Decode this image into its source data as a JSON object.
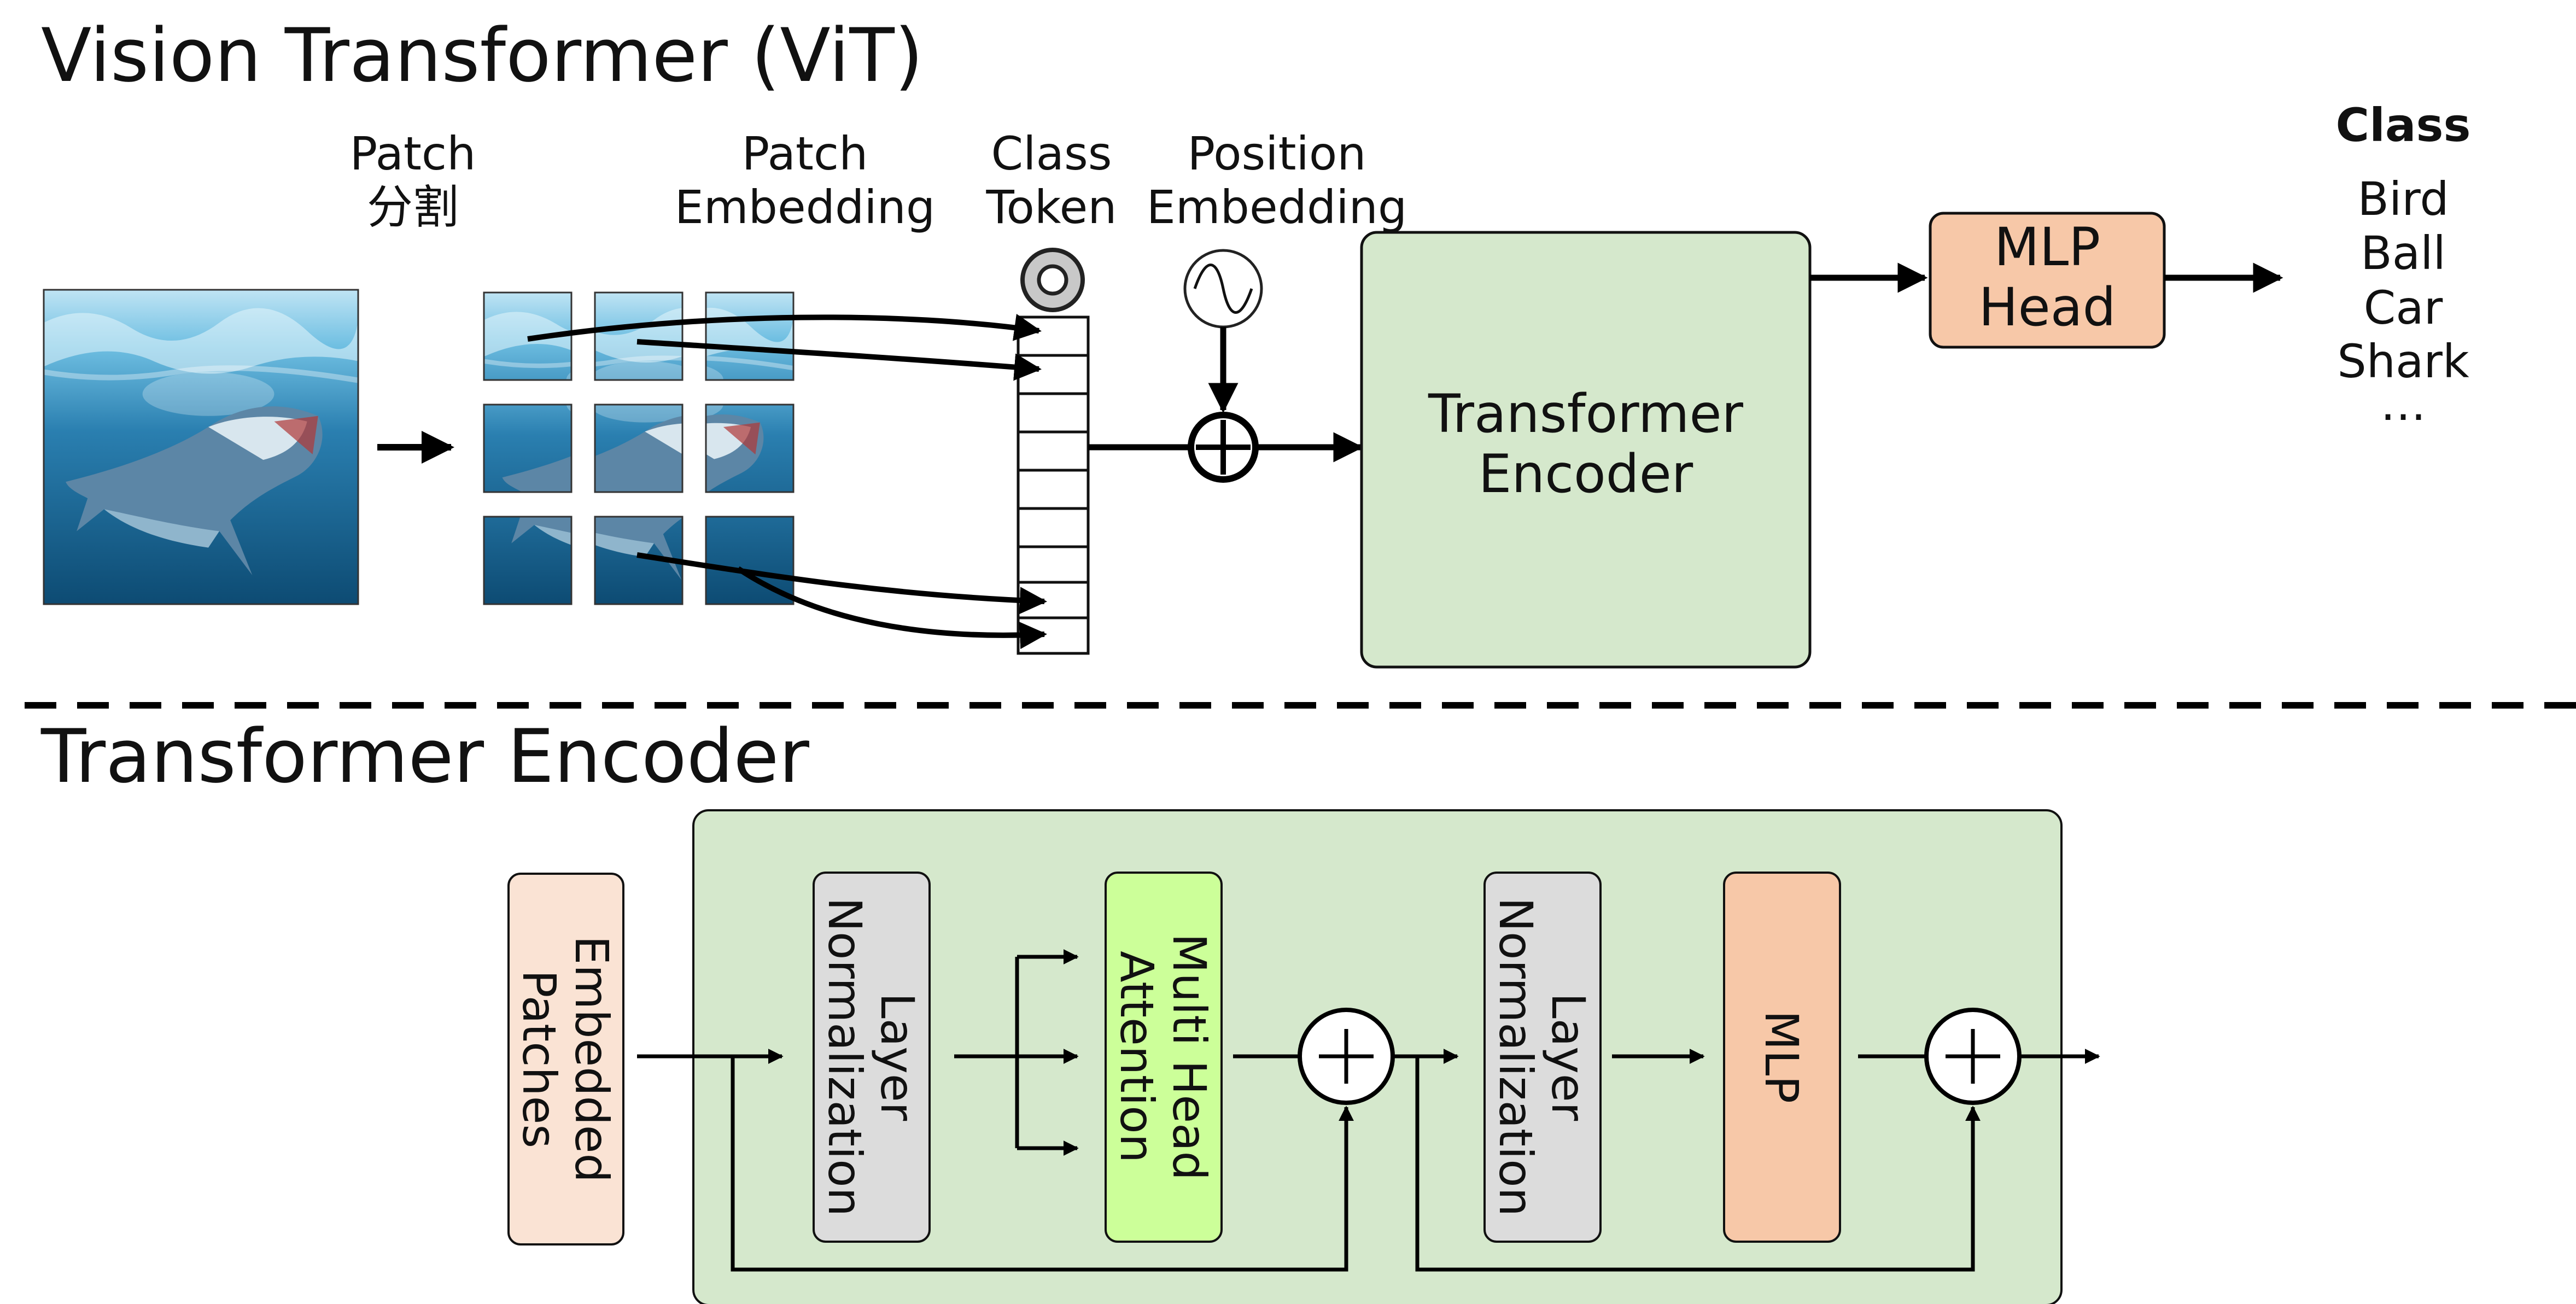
{
  "top_section": {
    "title": "Vision Transformer (ViT)",
    "patch_split": {
      "line1": "Patch",
      "line2": "分割"
    },
    "patch_embedding": {
      "line1": "Patch",
      "line2": "Embedding"
    },
    "class_token": {
      "line1": "Class",
      "line2": "Token"
    },
    "position_embedding": {
      "line1": "Position",
      "line2": "Embedding"
    },
    "transformer_encoder": {
      "line1": "Transformer",
      "line2": "Encoder"
    },
    "mlp_head": {
      "line1": "MLP",
      "line2": "Head"
    },
    "classes": {
      "heading": "Class",
      "items": [
        "Bird",
        "Ball",
        "Car",
        "Shark",
        "…"
      ]
    }
  },
  "bottom_section": {
    "title": "Transformer Encoder",
    "embedded_patches": {
      "line1": "Embedded",
      "line2": "Patches"
    },
    "layer_norm_1": {
      "line1": "Layer",
      "line2": "Normalization"
    },
    "multi_head_attention": {
      "line1": "Multi Head",
      "line2": "Attention"
    },
    "layer_norm_2": {
      "line1": "Layer",
      "line2": "Normalization"
    },
    "mlp": "MLP"
  },
  "colors": {
    "encoder_green": "#d5e8cc",
    "mlp_orange": "#f7c8a8",
    "embedded_patches_peach": "#fae3d4",
    "layer_norm_gray": "#dcdcdc",
    "attention_lime": "#ccff99",
    "ocean_blue": "#2a7fb0"
  }
}
